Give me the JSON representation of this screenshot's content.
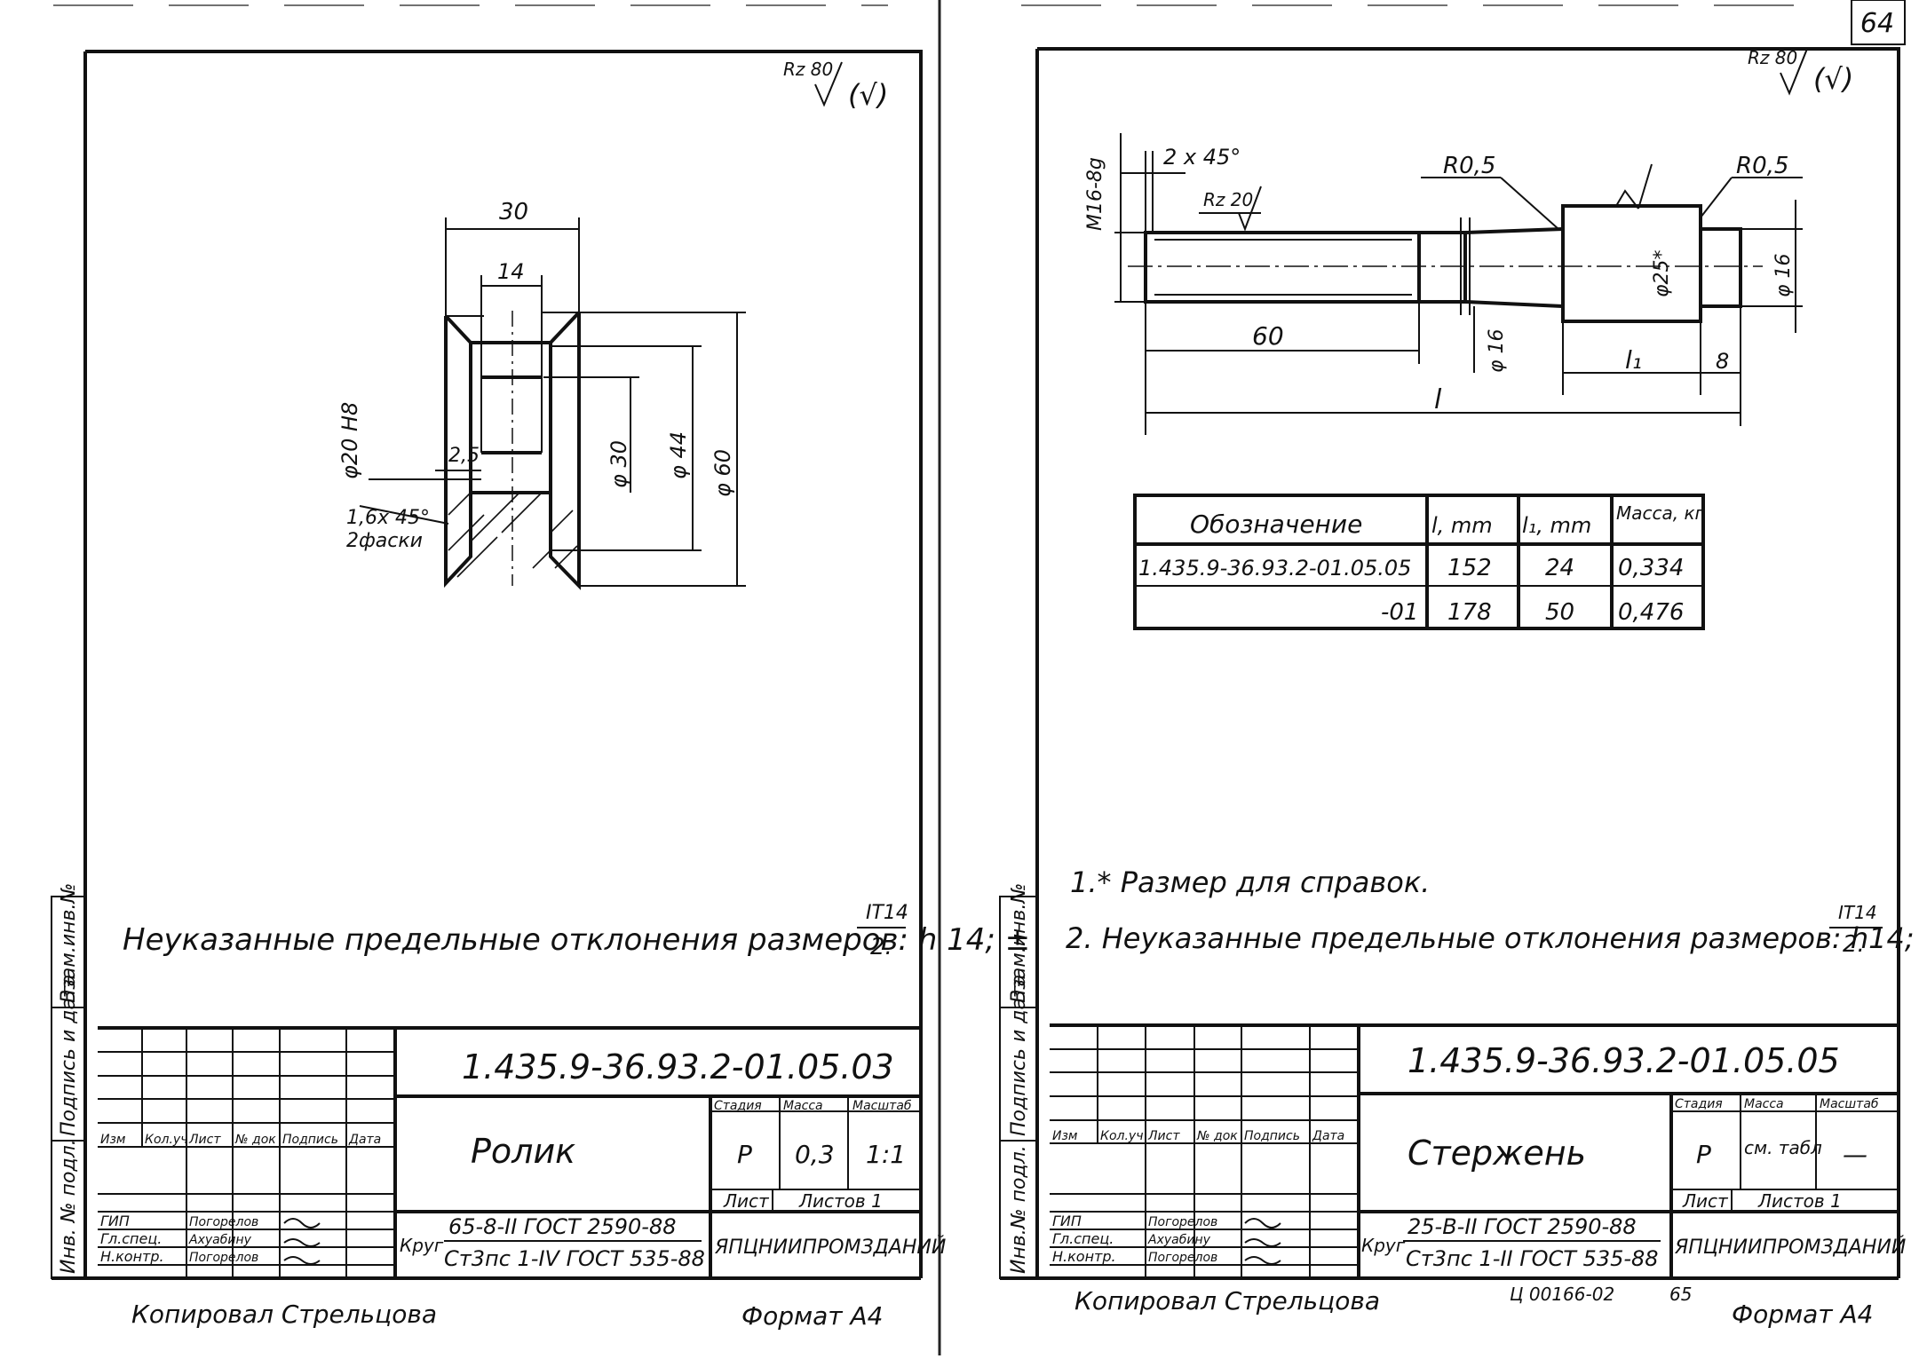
{
  "page_number": "64",
  "left_sheet": {
    "roughness": "Rz 80",
    "roughness_mark": "(√)",
    "dims": {
      "d30": "30",
      "d14": "14",
      "d20h8": "φ20 H8",
      "d25": "2,5",
      "chamfer": "1,6x 45°",
      "chamfer2": "2фаски",
      "phi30": "φ 30",
      "phi44": "φ 44",
      "phi60": "φ 60"
    },
    "note": "Неуказанные предельные отклонения размеров: h 14; ±",
    "note_frac_top": "IT14",
    "note_frac_bottom": "2.",
    "side_stamp": [
      "Инв. № подл.",
      "Подпись и дата",
      "Взам.инв.№"
    ],
    "title_block": {
      "designation": "1.435.9-36.93.2-01.05.03",
      "name": "Ролик",
      "material_line1": "65-8-II ГОСТ 2590-88",
      "material_prefix": "Круг",
      "material_line2": "Ст3пс 1-IV ГОСТ 535-88",
      "header_cols": [
        "Изм",
        "Кол.уч",
        "Лист",
        "№ док",
        "Подпись",
        "Дата"
      ],
      "roles": [
        "ГИП",
        "Гл.спец.",
        "Н.контр."
      ],
      "names": [
        "Погорелов",
        "Ахуабину",
        "Погорелов"
      ],
      "stage_label": "Стадия",
      "mass_label": "Масса",
      "scale_label": "Масштаб",
      "stage": "Р",
      "mass": "0,3",
      "scale": "1:1",
      "sheet_label": "Лист",
      "sheets_label": "Листов 1",
      "org": "ЯПЦНИИПРОМЗДАНИЙ"
    },
    "copied": "Копировал Стрельцова",
    "format": "Формат А4"
  },
  "right_sheet": {
    "roughness": "Rz 80",
    "roughness_mark": "(√)",
    "dims": {
      "thread": "M16-8g",
      "chamfer": "2 x 45°",
      "rz20": "Rz 20",
      "r05a": "R0,5",
      "r05b": "R0,5",
      "phi25": "φ25*",
      "phi16a": "φ 16",
      "phi16b": "φ 16",
      "len60": "60",
      "l1": "l₁",
      "len8": "8",
      "l": "l"
    },
    "table": {
      "headers": [
        "Обозначение",
        "l, mm",
        "l₁, mm",
        "Масса, кг"
      ],
      "rows": [
        [
          "1.435.9-36.93.2-01.05.05",
          "152",
          "24",
          "0,334"
        ],
        [
          "-01",
          "178",
          "50",
          "0,476"
        ]
      ]
    },
    "notes": [
      "1.* Размер для справок.",
      "2. Неуказанные предельные отклонения размеров: h14; ±"
    ],
    "note_frac_top": "IT14",
    "note_frac_bottom": "2.",
    "side_stamp": [
      "Инв.№ подл.",
      "Подпись и дата",
      "Взам.инв.№"
    ],
    "title_block": {
      "designation": "1.435.9-36.93.2-01.05.05",
      "name": "Стержень",
      "material_prefix": "Круг",
      "material_line1": "25-В-II ГОСТ 2590-88",
      "material_line2": "Ст3пс 1-II ГОСТ 535-88",
      "header_cols": [
        "Изм",
        "Кол.уч",
        "Лист",
        "№ док",
        "Подпись",
        "Дата"
      ],
      "roles": [
        "ГИП",
        "Гл.спец.",
        "Н.контр."
      ],
      "names": [
        "Погорелов",
        "Ахуабину",
        "Погорелов"
      ],
      "stage_label": "Стадия",
      "mass_label": "Масса",
      "scale_label": "Масштаб",
      "stage": "Р",
      "mass": "см. табл",
      "scale": "—",
      "sheet_label": "Лист",
      "sheets_label": "Листов 1",
      "org": "ЯПЦНИИПРОМЗДАНИЙ"
    },
    "copied": "Копировал Стрельцова",
    "order": "Ц 00166-02",
    "order_page": "65",
    "format": "Формат А4"
  }
}
